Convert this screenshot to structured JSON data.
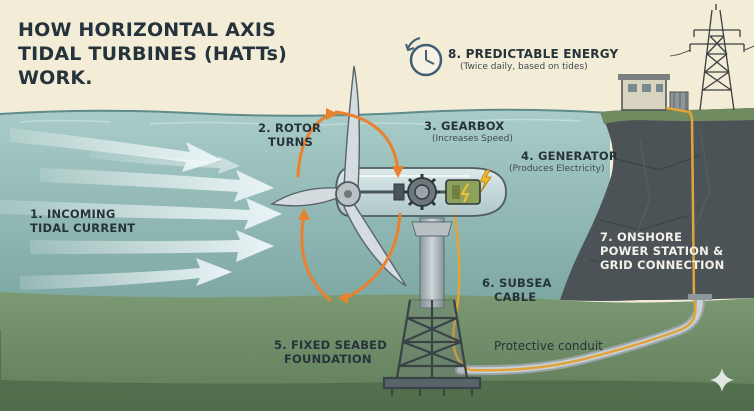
{
  "title": {
    "lines": [
      "HOW HORIZONTAL AXIS",
      "TIDAL TURBINES (HATTs)",
      "WORK."
    ]
  },
  "labels": {
    "incoming": {
      "line1": "1. INCOMING",
      "line2": "TIDAL CURRENT"
    },
    "rotor": {
      "line1": "2. ROTOR",
      "line2": "TURNS"
    },
    "gearbox": {
      "heading": "3. GEARBOX",
      "note": "(Increases Speed)"
    },
    "generator": {
      "heading": "4. GENERATOR",
      "note": "(Produces Electricity)"
    },
    "foundation": {
      "line1": "5. FIXED SEABED",
      "line2": "FOUNDATION"
    },
    "cable": {
      "line1": "6. SUBSEA",
      "line2": "CABLE"
    },
    "onshore": {
      "line1": "7. ONSHORE",
      "line2": "POWER STATION &",
      "line3": "GRID CONNECTION"
    },
    "energy": {
      "heading": "8. PREDICTABLE ENERGY",
      "note": "(Twice daily, based on tides)"
    },
    "conduit": "Protective conduit"
  },
  "icons": [
    "clock-icon",
    "lightning-icon",
    "sparkle-icon",
    "pylon-icon"
  ],
  "colors": {
    "sky": "#f3ecd6",
    "water": "#8fb7b3",
    "seabed": "#6f8f6a",
    "rotation_arrow": "#e9822e",
    "current_arrow": "#dfeef2",
    "cable": "#e2a33a",
    "cliff": "#4b5356"
  }
}
